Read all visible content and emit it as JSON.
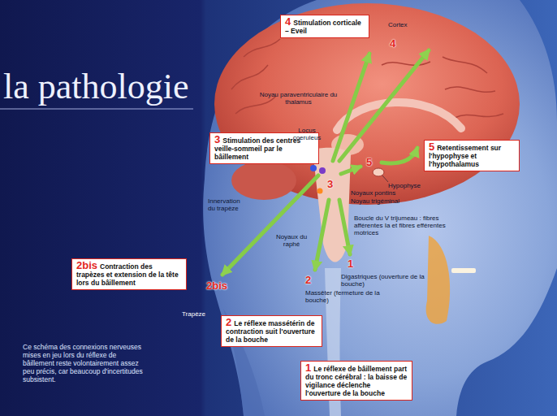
{
  "diagram": {
    "title": "la pathologie",
    "caption": "Ce schéma des connexions nerveuses mises en jeu lors du réflexe de bâillement reste volontairement assez peu précis, car beaucoup d'incertitudes subsistent.",
    "nodes": [
      {
        "text": [
          "4",
          "Stimulation corticale – Eveil"
        ]
      },
      {
        "text": [
          "3",
          "Stimulation des centres veille-sommeil par le bâillement"
        ]
      },
      {
        "text": [
          "5",
          "Retentissement sur l'hypophyse et l'hypothalamus"
        ]
      },
      {
        "text": [
          "2bis",
          "Contraction des trapèzes et extension de la tête lors du bâillement"
        ]
      },
      {
        "text": [
          "2",
          "Le réflexe massétérin de contraction suit l'ouverture de la bouche"
        ]
      },
      {
        "text": [
          "1",
          "Le réflexe de bâillement part du tronc cérébral : la baisse de vigilance déclenche l'ouverture de la bouche"
        ]
      }
    ],
    "labels": [
      "Cortex",
      "4",
      "Noyau paraventriculaire du thalamus",
      "Locus coeruleus",
      "5",
      "Hypophyse",
      "3",
      "Noyaux pontins",
      "Noyau trigéminal",
      "Innervation du trapèze",
      "Boucle du V trijumeau : fibres afférentes Ia et fibres efférentes motrices",
      "Noyaux du raphé",
      "1",
      "Digastriques (ouverture de la bouche)",
      "2",
      "Massêter (fermeture de la bouche)",
      "2bis",
      "Trapèze"
    ]
  }
}
